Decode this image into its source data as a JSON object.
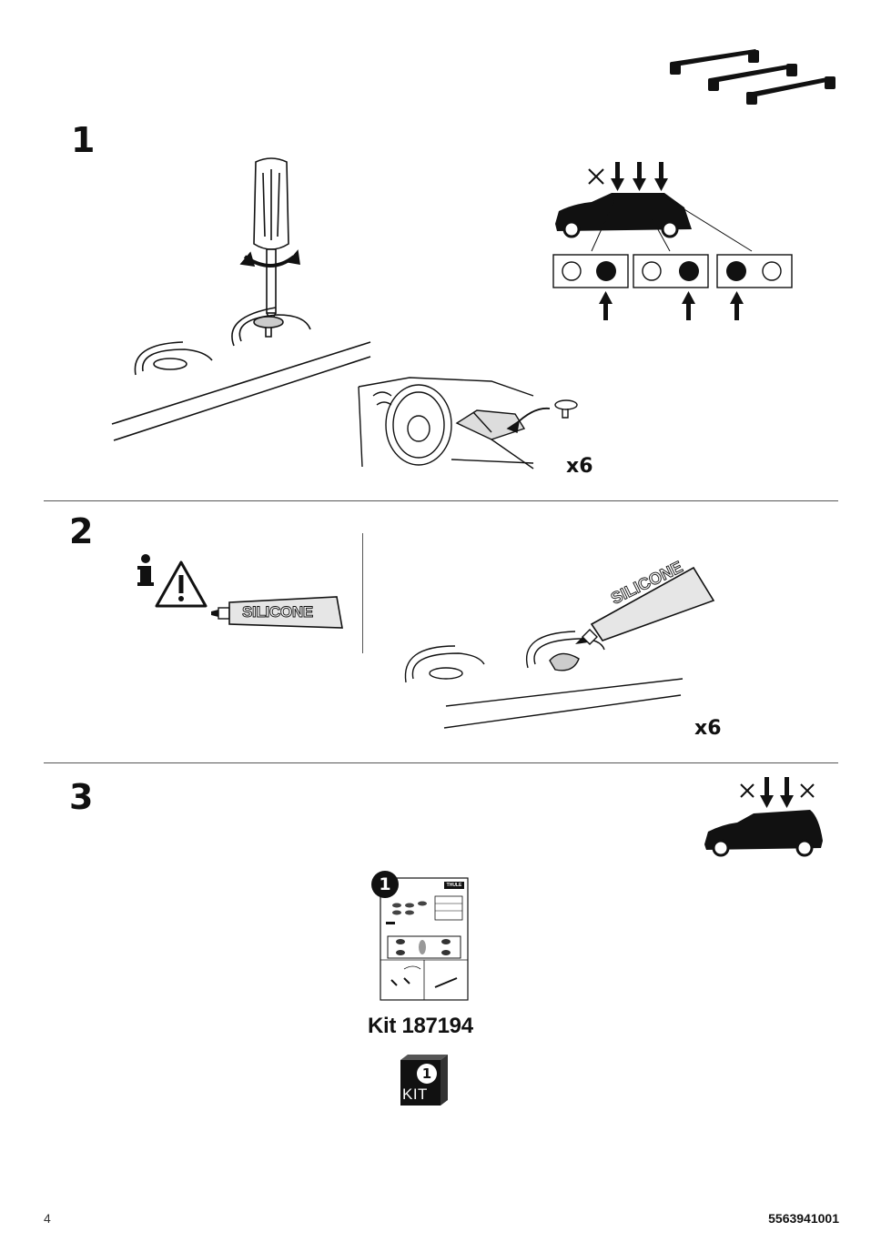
{
  "steps": [
    {
      "number": "1",
      "quantity": "x6"
    },
    {
      "number": "2",
      "quantity": "x6",
      "tube_label": "SILICONE"
    },
    {
      "number": "3"
    }
  ],
  "kit": {
    "label": "Kit 187194",
    "badge_number": "1",
    "badge_text": "KIT",
    "doc_brand": "THULE"
  },
  "footer": {
    "page_number": "4",
    "document_code": "5563941001"
  },
  "colors": {
    "ink": "#111111",
    "rule": "#555555",
    "tube_fill": "#e6e6e6",
    "arrow_grey": "#9a9a9a"
  }
}
